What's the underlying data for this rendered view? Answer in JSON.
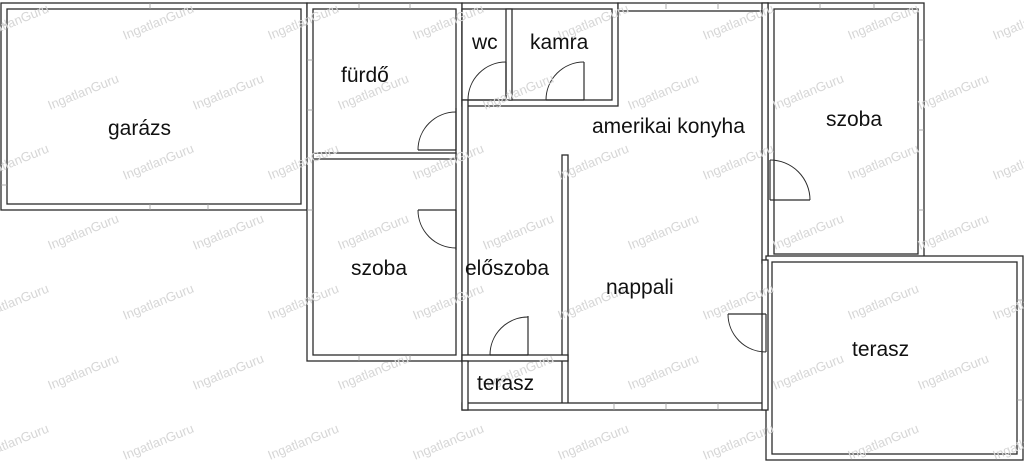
{
  "plan": {
    "rooms": [
      {
        "id": "garazs",
        "label": "garázs"
      },
      {
        "id": "furdo",
        "label": "fürdő"
      },
      {
        "id": "wc",
        "label": "wc"
      },
      {
        "id": "kamra",
        "label": "kamra"
      },
      {
        "id": "konyha",
        "label": "amerikai konyha"
      },
      {
        "id": "szoba-right",
        "label": "szoba"
      },
      {
        "id": "szoba-left",
        "label": "szoba"
      },
      {
        "id": "eloszoba",
        "label": "előszoba"
      },
      {
        "id": "nappali",
        "label": "nappali"
      },
      {
        "id": "terasz-right",
        "label": "terasz"
      },
      {
        "id": "terasz-small",
        "label": "terasz"
      }
    ],
    "watermark": "IngatlanGuru"
  }
}
